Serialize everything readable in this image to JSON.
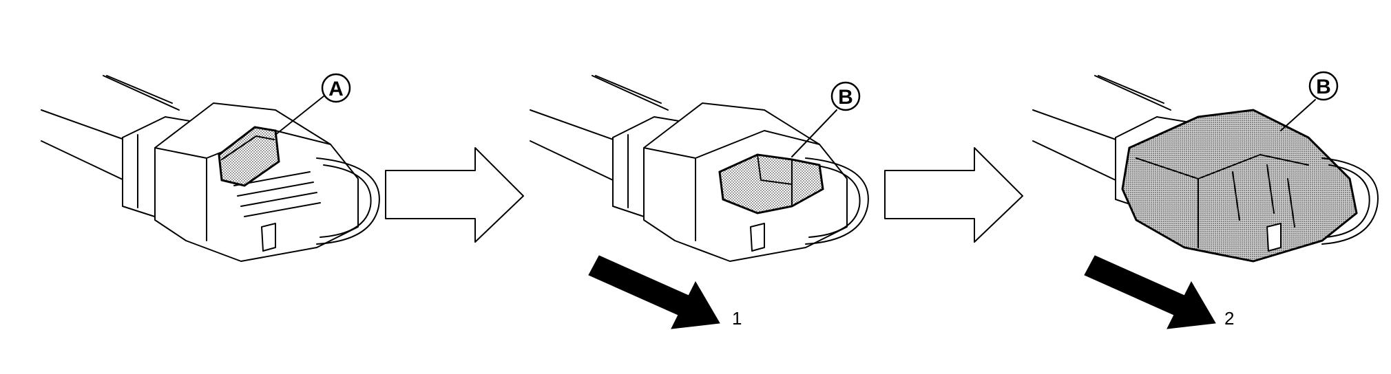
{
  "callouts": {
    "a": "A",
    "b1": "B",
    "b2": "B"
  },
  "steps": {
    "one": "1",
    "two": "2"
  },
  "colors": {
    "stipple": "#c8c8c8",
    "stipple_dark": "#a9a9a9",
    "line": "#000000"
  }
}
